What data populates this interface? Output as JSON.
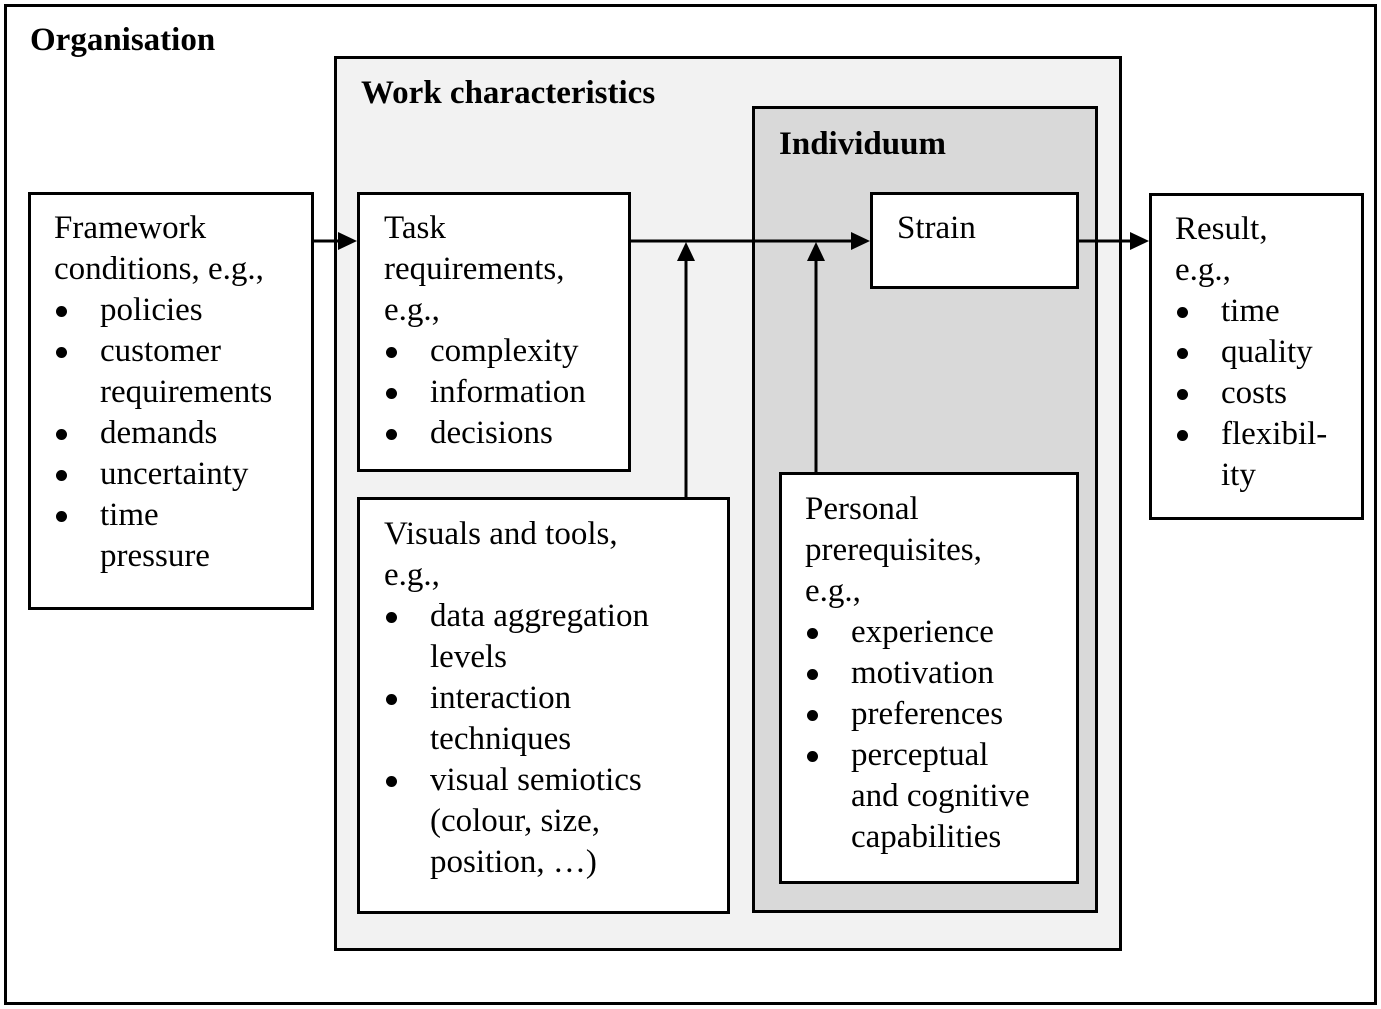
{
  "organisation": {
    "title": "Organisation"
  },
  "work": {
    "title": "Work characteristics"
  },
  "individuum": {
    "title": "Individuum"
  },
  "framework": {
    "heading": [
      "Framework",
      "conditions, e.g.,"
    ],
    "items": [
      [
        "policies"
      ],
      [
        "customer",
        "requirements"
      ],
      [
        "demands"
      ],
      [
        "uncertainty"
      ],
      [
        "time",
        "pressure"
      ]
    ]
  },
  "task": {
    "heading": [
      "Task",
      "requirements,",
      "e.g.,"
    ],
    "items": [
      [
        "complexity"
      ],
      [
        "information"
      ],
      [
        "decisions"
      ]
    ]
  },
  "visuals": {
    "heading": [
      "Visuals and tools,",
      "e.g.,"
    ],
    "items": [
      [
        "data aggregation",
        "levels"
      ],
      [
        "interaction",
        "techniques"
      ],
      [
        "visual semiotics",
        "(colour, size,",
        "position, …)"
      ]
    ]
  },
  "strain": {
    "label": "Strain"
  },
  "personal": {
    "heading": [
      "Personal",
      "prerequisites,",
      "e.g.,"
    ],
    "items": [
      [
        "experience"
      ],
      [
        "motivation"
      ],
      [
        "preferences"
      ],
      [
        "perceptual",
        "and cognitive",
        "capabilities"
      ]
    ]
  },
  "result": {
    "heading": [
      "Result,",
      "e.g.,"
    ],
    "items": [
      [
        "time"
      ],
      [
        "quality"
      ],
      [
        "costs"
      ],
      [
        "flexibil-",
        "ity"
      ]
    ]
  }
}
